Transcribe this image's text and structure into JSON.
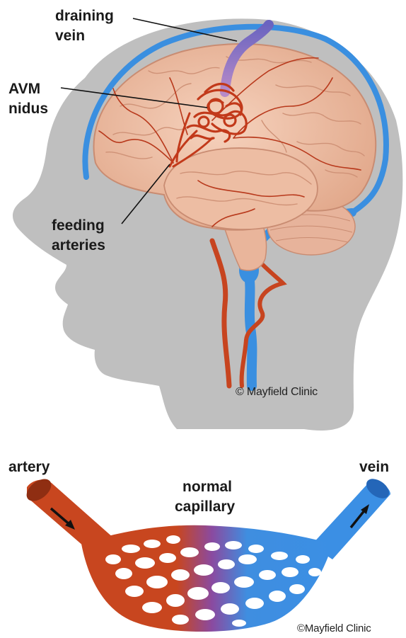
{
  "top_figure": {
    "labels": {
      "draining_vein_1": "draining",
      "draining_vein_2": "vein",
      "avm_nidus_1": "AVM",
      "avm_nidus_2": "nidus",
      "feeding_arteries_1": "feeding",
      "feeding_arteries_2": "arteries"
    },
    "credit": "© Mayfield Clinic"
  },
  "bottom_figure": {
    "labels": {
      "artery": "artery",
      "vein": "vein",
      "capillary_1": "normal",
      "capillary_2": "capillary"
    },
    "credit": "©Mayfield Clinic"
  },
  "colors": {
    "head": "#bfbfbf",
    "brain": "#efbfa5",
    "artery": "#c0421e",
    "vein": "#3a8fe0",
    "draining_vein": "#8a6ab8"
  }
}
